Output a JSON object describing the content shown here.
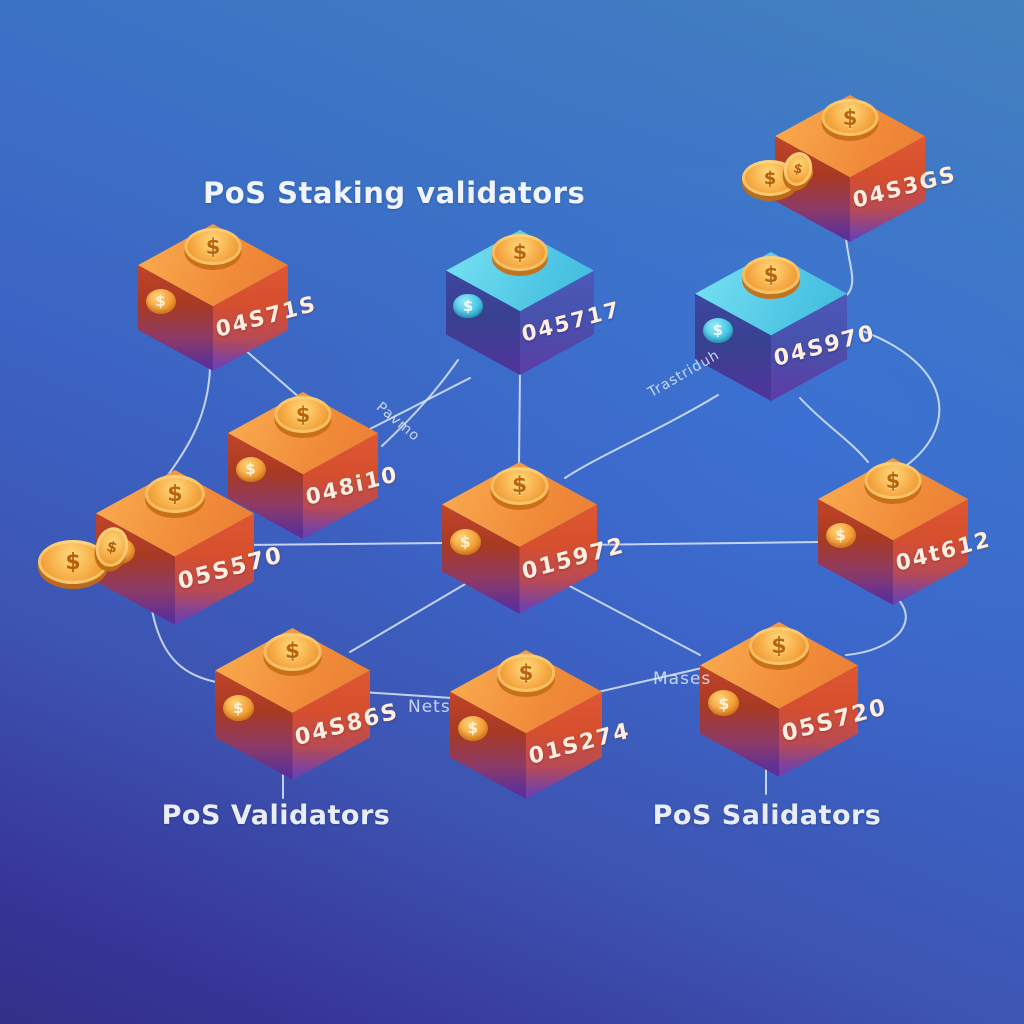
{
  "title": "PoS Staking validators",
  "captions": {
    "left": "PoS Validators",
    "right": "PoS Salidators"
  },
  "icons": {
    "coin_glyph": "$",
    "badge_glyph": "$"
  },
  "nodes": [
    {
      "label": "04S71S",
      "variant": "orange"
    },
    {
      "label": "045717",
      "variant": "blue"
    },
    {
      "label": "04S3GS",
      "variant": "orange"
    },
    {
      "label": "04S970",
      "variant": "blue"
    },
    {
      "label": "048i10",
      "variant": "orange"
    },
    {
      "label": "05S570",
      "variant": "orange"
    },
    {
      "label": "015972",
      "variant": "orange"
    },
    {
      "label": "04t612",
      "variant": "orange"
    },
    {
      "label": "04S86S",
      "variant": "orange"
    },
    {
      "label": "01S274",
      "variant": "orange"
    },
    {
      "label": "05S720",
      "variant": "orange"
    }
  ],
  "edge_labels": {
    "pavmo": "Pavmo",
    "trastriduh": "Trastriduh",
    "nets": "Nets",
    "mases": "Mases"
  },
  "colors": {
    "background_top": "#4381bf",
    "background_bottom_left": "#333088",
    "cube_orange_top": "#f08a39",
    "cube_orange_front": "#d64f2e",
    "cube_purple_bottom": "#6f41ae",
    "cube_blue_top": "#4cc4e3",
    "cube_blue_front": "#4752ac",
    "coin_gold": "#f7b04a",
    "edge_line": "#e0ecfc"
  }
}
